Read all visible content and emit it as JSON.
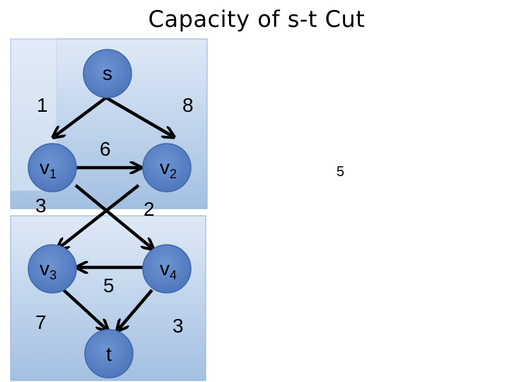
{
  "title": "Capacity of s-t Cut",
  "colors": {
    "node_fill": "#5b84c8",
    "node_stroke": "#3e66a8",
    "region_light": "#dde8f5",
    "region_dark": "#9ebce0",
    "arrow": "#000000"
  },
  "nodes": {
    "s": {
      "label": "s",
      "sub": ""
    },
    "v1": {
      "label": "v",
      "sub": "1"
    },
    "v2": {
      "label": "v",
      "sub": "2"
    },
    "v3": {
      "label": "v",
      "sub": "3"
    },
    "v4": {
      "label": "v",
      "sub": "4"
    },
    "t": {
      "label": "t",
      "sub": ""
    }
  },
  "edges": [
    {
      "from": "s",
      "to": "v1",
      "capacity": "1"
    },
    {
      "from": "s",
      "to": "v2",
      "capacity": "8"
    },
    {
      "from": "v1",
      "to": "v2",
      "capacity": "6"
    },
    {
      "from": "v1",
      "to": "v4",
      "capacity": "3"
    },
    {
      "from": "v2",
      "to": "v3",
      "capacity": "2"
    },
    {
      "from": "v4",
      "to": "v3",
      "capacity": "5"
    },
    {
      "from": "v3",
      "to": "t",
      "capacity": "7"
    },
    {
      "from": "v4",
      "to": "t",
      "capacity": "3"
    }
  ],
  "side_value": "5"
}
